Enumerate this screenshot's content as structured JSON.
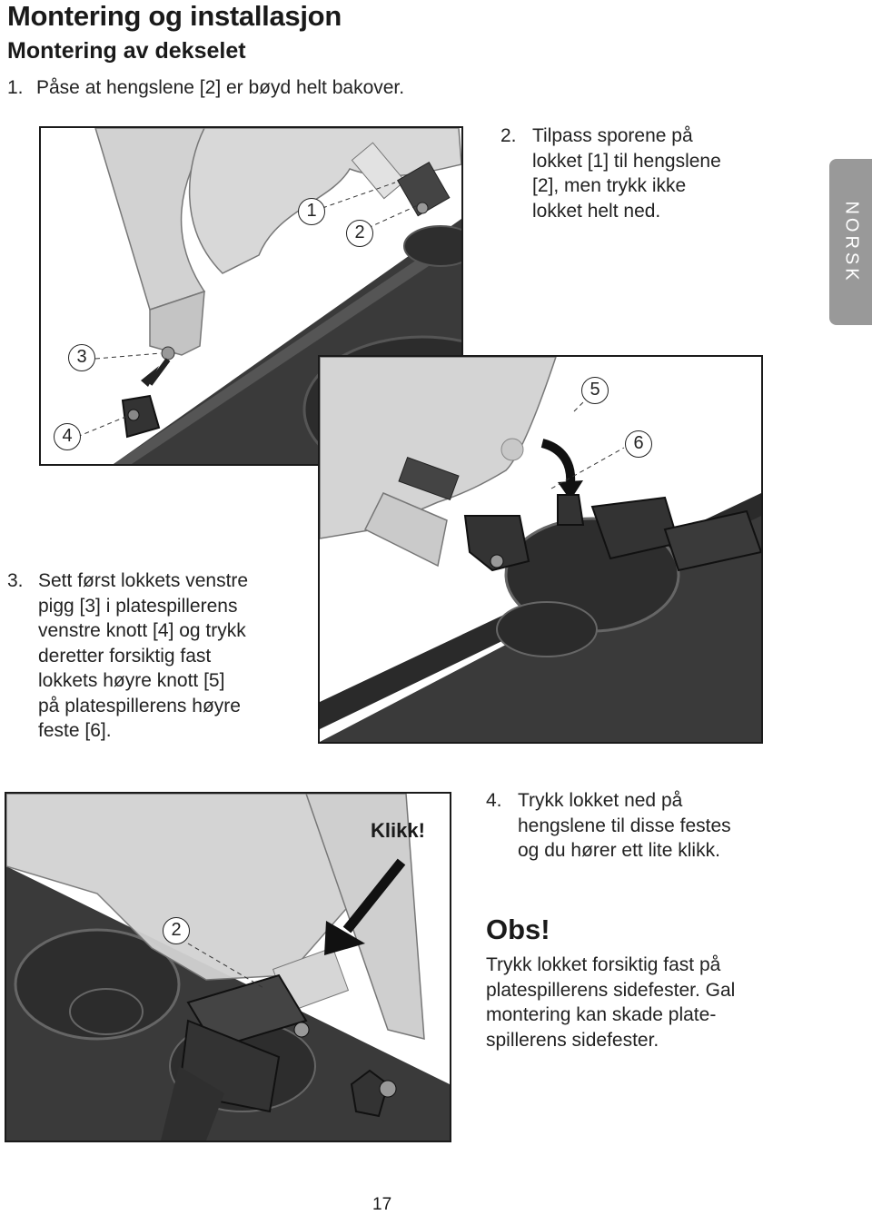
{
  "header": {
    "title": "Montering og installasjon",
    "subtitle": "Montering av dekselet"
  },
  "side_tab": {
    "label": "NORSK"
  },
  "steps": [
    {
      "num": "1.",
      "text": "Påse at hengslene [2] er bøyd helt bakover."
    },
    {
      "num": "2.",
      "text": "Tilpass sporene på\nlokket [1] til hengslene\n[2], men trykk ikke\nlokket helt ned."
    },
    {
      "num": "3.",
      "text": "Sett først lokkets venstre\npigg [3] i platespillerens\nvenstre knott [4] og trykk\nderetter forsiktig fast\nlokkets høyre knott [5]\npå platespillerens høyre\nfeste [6]."
    },
    {
      "num": "4.",
      "text": "Trykk lokket ned på\nhengslene til disse festes\nog du hører ett lite klikk."
    }
  ],
  "callouts": {
    "c1": "1",
    "c2": "2",
    "c3": "3",
    "c4": "4",
    "c5": "5",
    "c6": "6",
    "c2b": "2"
  },
  "figure_text": {
    "klikk": "Klikk!"
  },
  "obs": {
    "title": "Obs!",
    "body": "Trykk lokket forsiktig fast på\nplatespillerens sidefester. Gal\nmontering kan skade plate-\nspillerens sidefester."
  },
  "footer": {
    "page_number": "17"
  },
  "colors": {
    "tab_gray": "#999999",
    "deck_dark": "#3a3a3a",
    "lid_gray": "#cfcfcf"
  }
}
